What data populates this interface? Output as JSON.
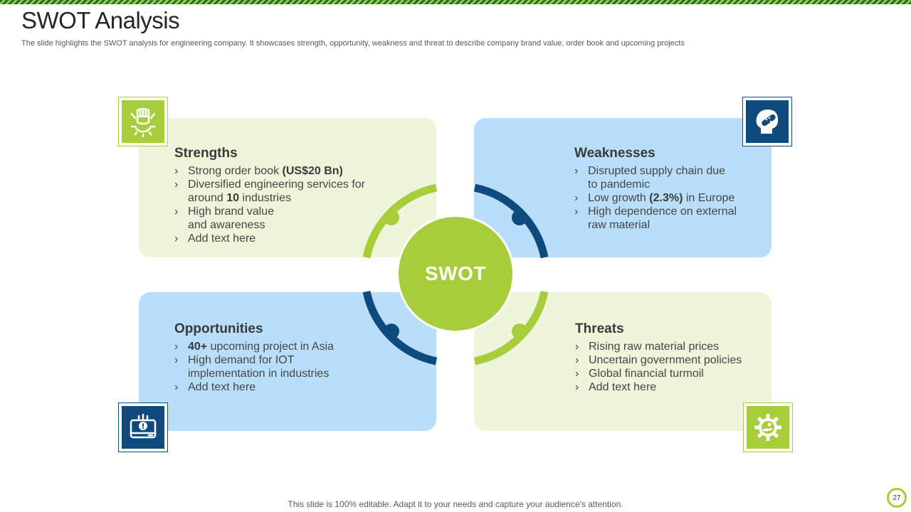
{
  "slide": {
    "title": "SWOT Analysis",
    "subtitle": "The slide highlights the SWOT analysis for engineering company. It showcases strength, opportunity, weakness and threat to describe company brand value, order book and upcoming projects",
    "center_label": "SWOT",
    "footer": "This slide is 100% editable. Adapt it to your needs and capture your audience's attention.",
    "page_number": "27"
  },
  "strengths": {
    "heading": "Strengths",
    "items": [
      {
        "text": "Strong order book ",
        "bold": "(US$20 Bn)"
      },
      {
        "pre": "Diversified engineering services for around ",
        "bold": "10",
        "post": " industries"
      },
      {
        "text": "High brand value and awareness"
      },
      {
        "text": "Add text here"
      }
    ]
  },
  "weaknesses": {
    "heading": "Weaknesses",
    "items": [
      {
        "text": "Disrupted supply chain due to pandemic"
      },
      {
        "pre": "Low growth ",
        "bold": "(2.3%)",
        "post": " in Europe"
      },
      {
        "text": "High dependence on external raw material"
      }
    ]
  },
  "opportunities": {
    "heading": "Opportunities",
    "items": [
      {
        "bold": "40+",
        "post": " upcoming project in Asia"
      },
      {
        "text": "High demand for IOT implementation in industries"
      },
      {
        "text": "Add text here"
      }
    ]
  },
  "threats": {
    "heading": "Threats",
    "items": [
      {
        "text": "Rising raw material prices"
      },
      {
        "text": "Uncertain government policies"
      },
      {
        "text": "Global financial turmoil"
      },
      {
        "text": "Add text here"
      }
    ]
  },
  "icons": {
    "strengths": "fist-gear-icon",
    "weaknesses": "head-bandage-icon",
    "opportunities": "monitor-alert-icon",
    "threats": "gear-hand-icon"
  },
  "colors": {
    "green": "#a8cd3a",
    "navy": "#0e4a7d",
    "light_green": "#eef5da",
    "light_blue": "#b9defa"
  }
}
